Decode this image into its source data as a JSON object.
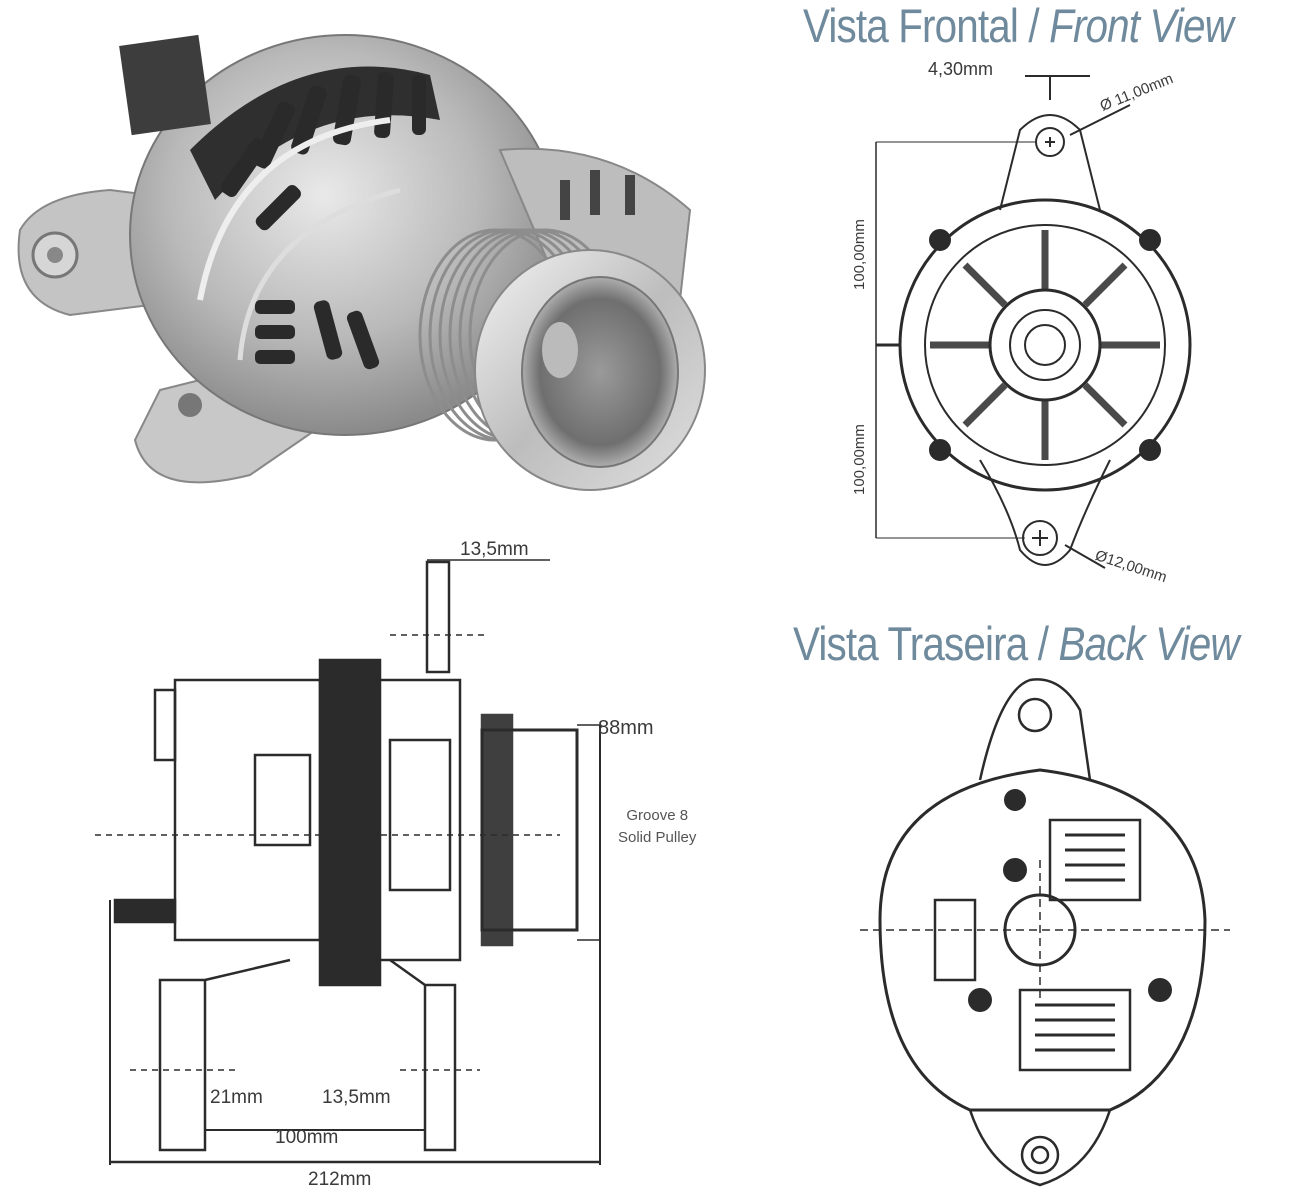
{
  "product": {
    "photo_alt": "Alternator product photo (3/4 perspective, chrome pulley)"
  },
  "front_view": {
    "title_pt": "Vista Frontal",
    "separator": " / ",
    "title_en": "Front View",
    "dims": {
      "top_offset": "4,30mm",
      "top_hole": "Ø 11,00mm",
      "upper_height": "100,00mm",
      "lower_height": "100,00mm",
      "bottom_hole": "Ø12,00mm"
    }
  },
  "back_view": {
    "title_pt": "Vista Traseira",
    "separator": " / ",
    "title_en": "Back View"
  },
  "side_view": {
    "dims": {
      "top_ear_width": "13,5mm",
      "pulley_diameter": "88mm",
      "pulley_note_line1": "Groove 8",
      "pulley_note_line2": "Solid Pulley",
      "left_foot": "21mm",
      "right_foot": "13,5mm",
      "foot_spacing": "100mm",
      "overall_length": "212mm"
    }
  },
  "colors": {
    "title": "#6f8a9c",
    "line": "#2b2b2b",
    "dim_text": "#3a3a3a"
  }
}
